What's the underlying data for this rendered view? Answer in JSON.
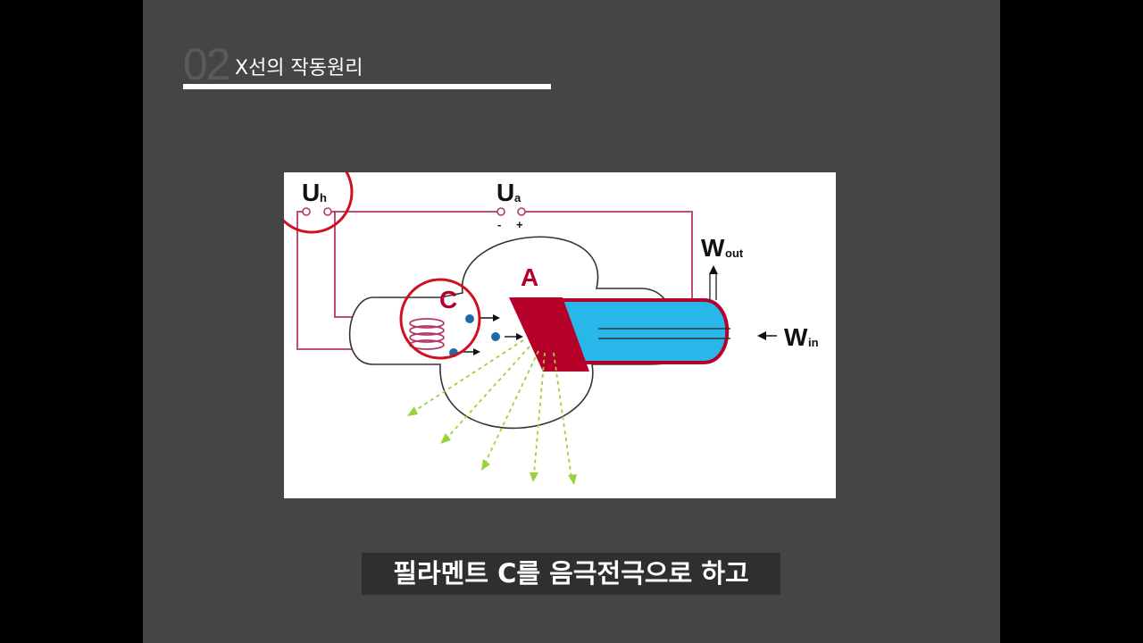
{
  "slide": {
    "section_number": "02",
    "section_title": "X선의 작동원리",
    "caption": "필라멘트 C를 음극전극으로 하고"
  },
  "diagram": {
    "labels": {
      "uh": "U",
      "uh_sub": "h",
      "ua": "U",
      "ua_sub": "a",
      "minus": "-",
      "plus": "+",
      "anode": "A",
      "cathode": "C",
      "wout": "W",
      "wout_sub": "out",
      "win": "W",
      "win_sub": "in"
    },
    "colors": {
      "wire": "#b5386a",
      "anode": "#b5002a",
      "coolant": "#29b6e8",
      "electron": "#1f6aa8",
      "xray": "#9ad23a",
      "highlight": "#d0101e",
      "tube_outline": "#333333"
    },
    "highlights": [
      "uh",
      "cathode"
    ]
  }
}
